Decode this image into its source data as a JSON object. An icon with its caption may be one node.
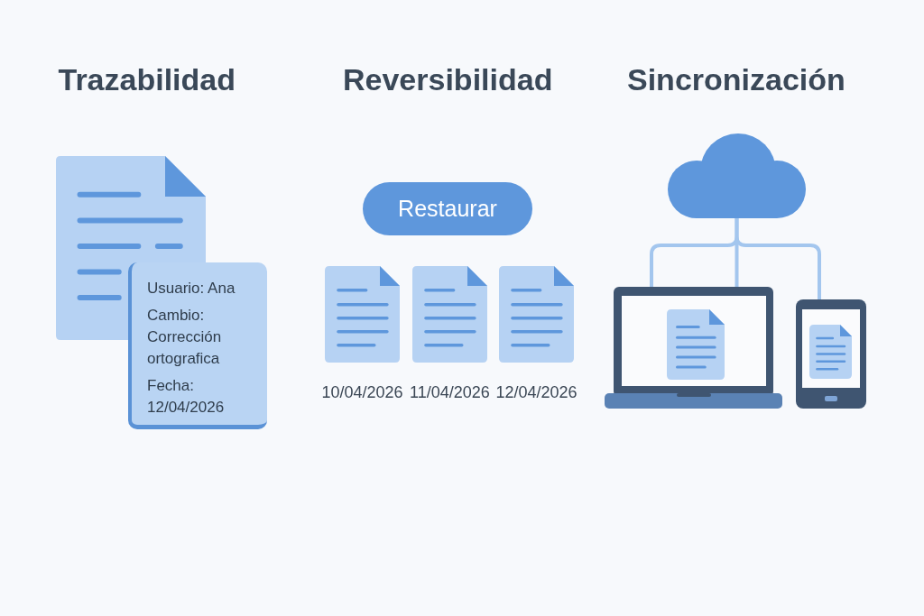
{
  "diagram": {
    "nodes": [
      {
        "text": [
          "Usuario: Ana",
          "Cambio: Corrección ortografica",
          "Fecha: 12/04/2026"
        ]
      },
      {
        "text": [
          "Restaurar"
        ]
      },
      {
        "text": [],
        "shape": "document",
        "beside": [
          "10/04/2026"
        ]
      },
      {
        "text": [],
        "shape": "document",
        "beside": [
          "11/04/2026"
        ]
      },
      {
        "text": [],
        "shape": "document",
        "beside": [
          "12/04/2026"
        ]
      },
      {
        "text": [],
        "shape": "cloud"
      },
      {
        "text": [],
        "shape": "laptop"
      },
      {
        "text": [],
        "shape": "phone"
      }
    ],
    "edges": [
      {
        "from": 5,
        "to": 6,
        "arrow": "none"
      },
      {
        "from": 5,
        "to": 7,
        "arrow": "none"
      }
    ],
    "labels": [
      "Trazabilidad",
      "Reversibilidad",
      "Sincronización"
    ]
  }
}
